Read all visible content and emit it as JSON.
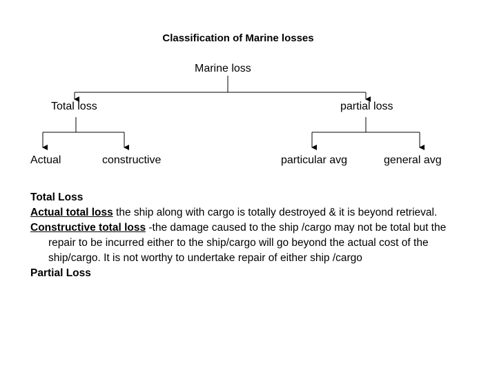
{
  "title": "Classification of Marine losses",
  "tree": {
    "root": "Marine loss",
    "total": "Total loss",
    "partial": "partial loss",
    "actual": "Actual",
    "constructive": "constructive",
    "particular": "particular avg",
    "general": "general avg"
  },
  "text": {
    "total_heading": "Total Loss",
    "actual_term": "Actual total loss",
    "actual_desc": "  the ship along with cargo is totally destroyed & it is beyond retrieval.",
    "constructive_term": "Constructive total loss",
    "constructive_desc": " -the damage caused to the ship /cargo may not be total but the repair to be incurred either to the ship/cargo will go beyond the actual cost of the ship/cargo. It is not worthy to undertake  repair of either ship /cargo",
    "partial_heading": "Partial Loss"
  }
}
